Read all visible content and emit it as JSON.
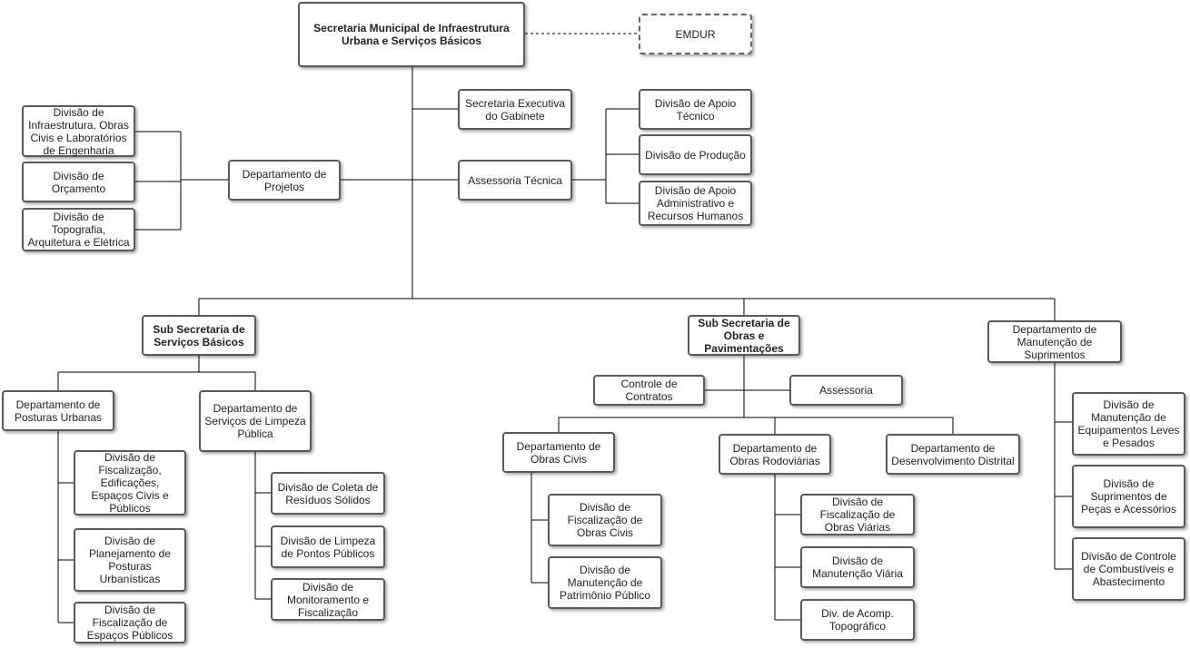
{
  "nodes": {
    "root": "Secretaria Municipal de Infraestrutura Urbana e Serviços Básicos",
    "emdur": "EMDUR",
    "sec_exec": "Secretaria Executiva do Gabinete",
    "assessoria_tecnica": "Assessoria Técnica",
    "div_apoio_tecnico": "Divisão de Apoio Técnico",
    "div_producao": "Divisão de Produção",
    "div_apoio_adm": "Divisão de Apoio Administrativo e Recursos Humanos",
    "dep_projetos": "Departamento de Projetos",
    "div_infra": "Divisão de Infraestrutura, Obras Civis e Laboratórios de Engenharia",
    "div_orcamento": "Divisão de Orçamento",
    "div_topografia": "Divisão de Topografia, Arquitetura e Elétrica",
    "sub_servicos": "Sub Secretaria de Serviços Básicos",
    "sub_obras": "Sub Secretaria de Obras e Pavimentações",
    "dep_manut_supr": "Departamento de Manutenção de Suprimentos",
    "controle_contratos": "Controle de Contratos",
    "assessoria": "Assessoria",
    "dep_posturas": "Departamento de Posturas Urbanas",
    "dep_limpeza": "Departamento de Serviços de Limpeza Pública",
    "div_fisc_edif": "Divisão de Fiscalização, Edificações, Espaços Civis e Públicos",
    "div_planej": "Divisão de Planejamento de Posturas Urbanísticas",
    "div_fisc_espacos": "Divisão de Fiscalização de Espaços Públicos",
    "div_coleta": "Divisão de Coleta de Resíduos Sólidos",
    "div_limpeza_pontos": "Divisão de Limpeza de Pontos Públicos",
    "div_monitoramento": "Divisão de Monitoramento e Fiscalização",
    "dep_obras_civis": "Departamento de Obras Civis",
    "dep_obras_rodov": "Departamento de Obras Rodoviárias",
    "dep_desenv": "Departamento de Desenvolvimento Distrital",
    "div_fisc_obras_civis": "Divisão de Fiscalização de Obras Civis",
    "div_manut_patrimonio": "Divisão de Manutenção de Patrimônio Público",
    "div_fisc_obras_viarias": "Divisão de Fiscalização de Obras Viárias",
    "div_manut_viaria": "Divisão de Manutenção Viária",
    "div_acomp_topo": "Div. de Acomp. Topográfico",
    "div_manut_equip": "Divisão de Manutenção de Equipamentos Leves e Pesados",
    "div_suprimentos_pecas": "Divisão de Suprimentos de Peças e Acessórios",
    "div_controle_comb": "Divisão de Controle de Combustíveis e Abastecimento"
  }
}
